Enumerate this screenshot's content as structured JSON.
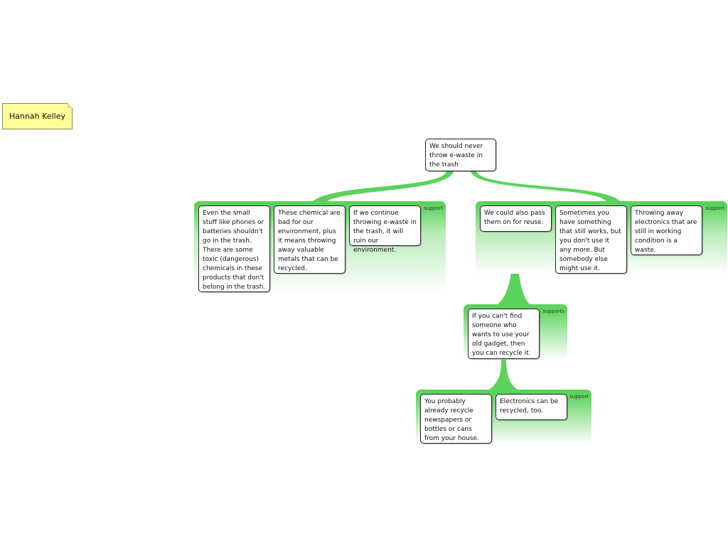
{
  "author_note": {
    "text": "Hannah Kelley"
  },
  "central": {
    "text": "We should never throw e-waste in the trash"
  },
  "groups": {
    "left_support": {
      "label": "support"
    },
    "right_support": {
      "label": "support"
    },
    "supports": {
      "label": "supports"
    },
    "bottom_support": {
      "label": "support"
    }
  },
  "nodes": {
    "small_stuff": "Even the small stuff like phones or batteries shouldn't go in the trash. There are some toxic (dangerous) chemicals in these products that don't belong in the trash.",
    "chemicals_bad": "These chemical are bad for our environment, plus it means throwing away valuable metals that can be recycled.",
    "ruin_environment": "If we continue throwing e-waste in the trash, it will ruin our environment.",
    "pass_on": "We could also pass them on for reuse.",
    "still_works": "Sometimes you have something that still works, but you don't use it any more. But somebody else might use it.",
    "waste": "Throwing away electronics that are still in working condition is a waste.",
    "recycle_gadget": "If you can't find someone who wants to use your old gadget, then you can recycle it.",
    "already_recycle": "You probably already recycle newspapers or bottles or cans from your house.",
    "electronics_recycled": "Electronics can be recycled, too."
  },
  "colors": {
    "connector": "#5bd35b",
    "note_fill": "#ffff99",
    "node_border": "#222222"
  }
}
